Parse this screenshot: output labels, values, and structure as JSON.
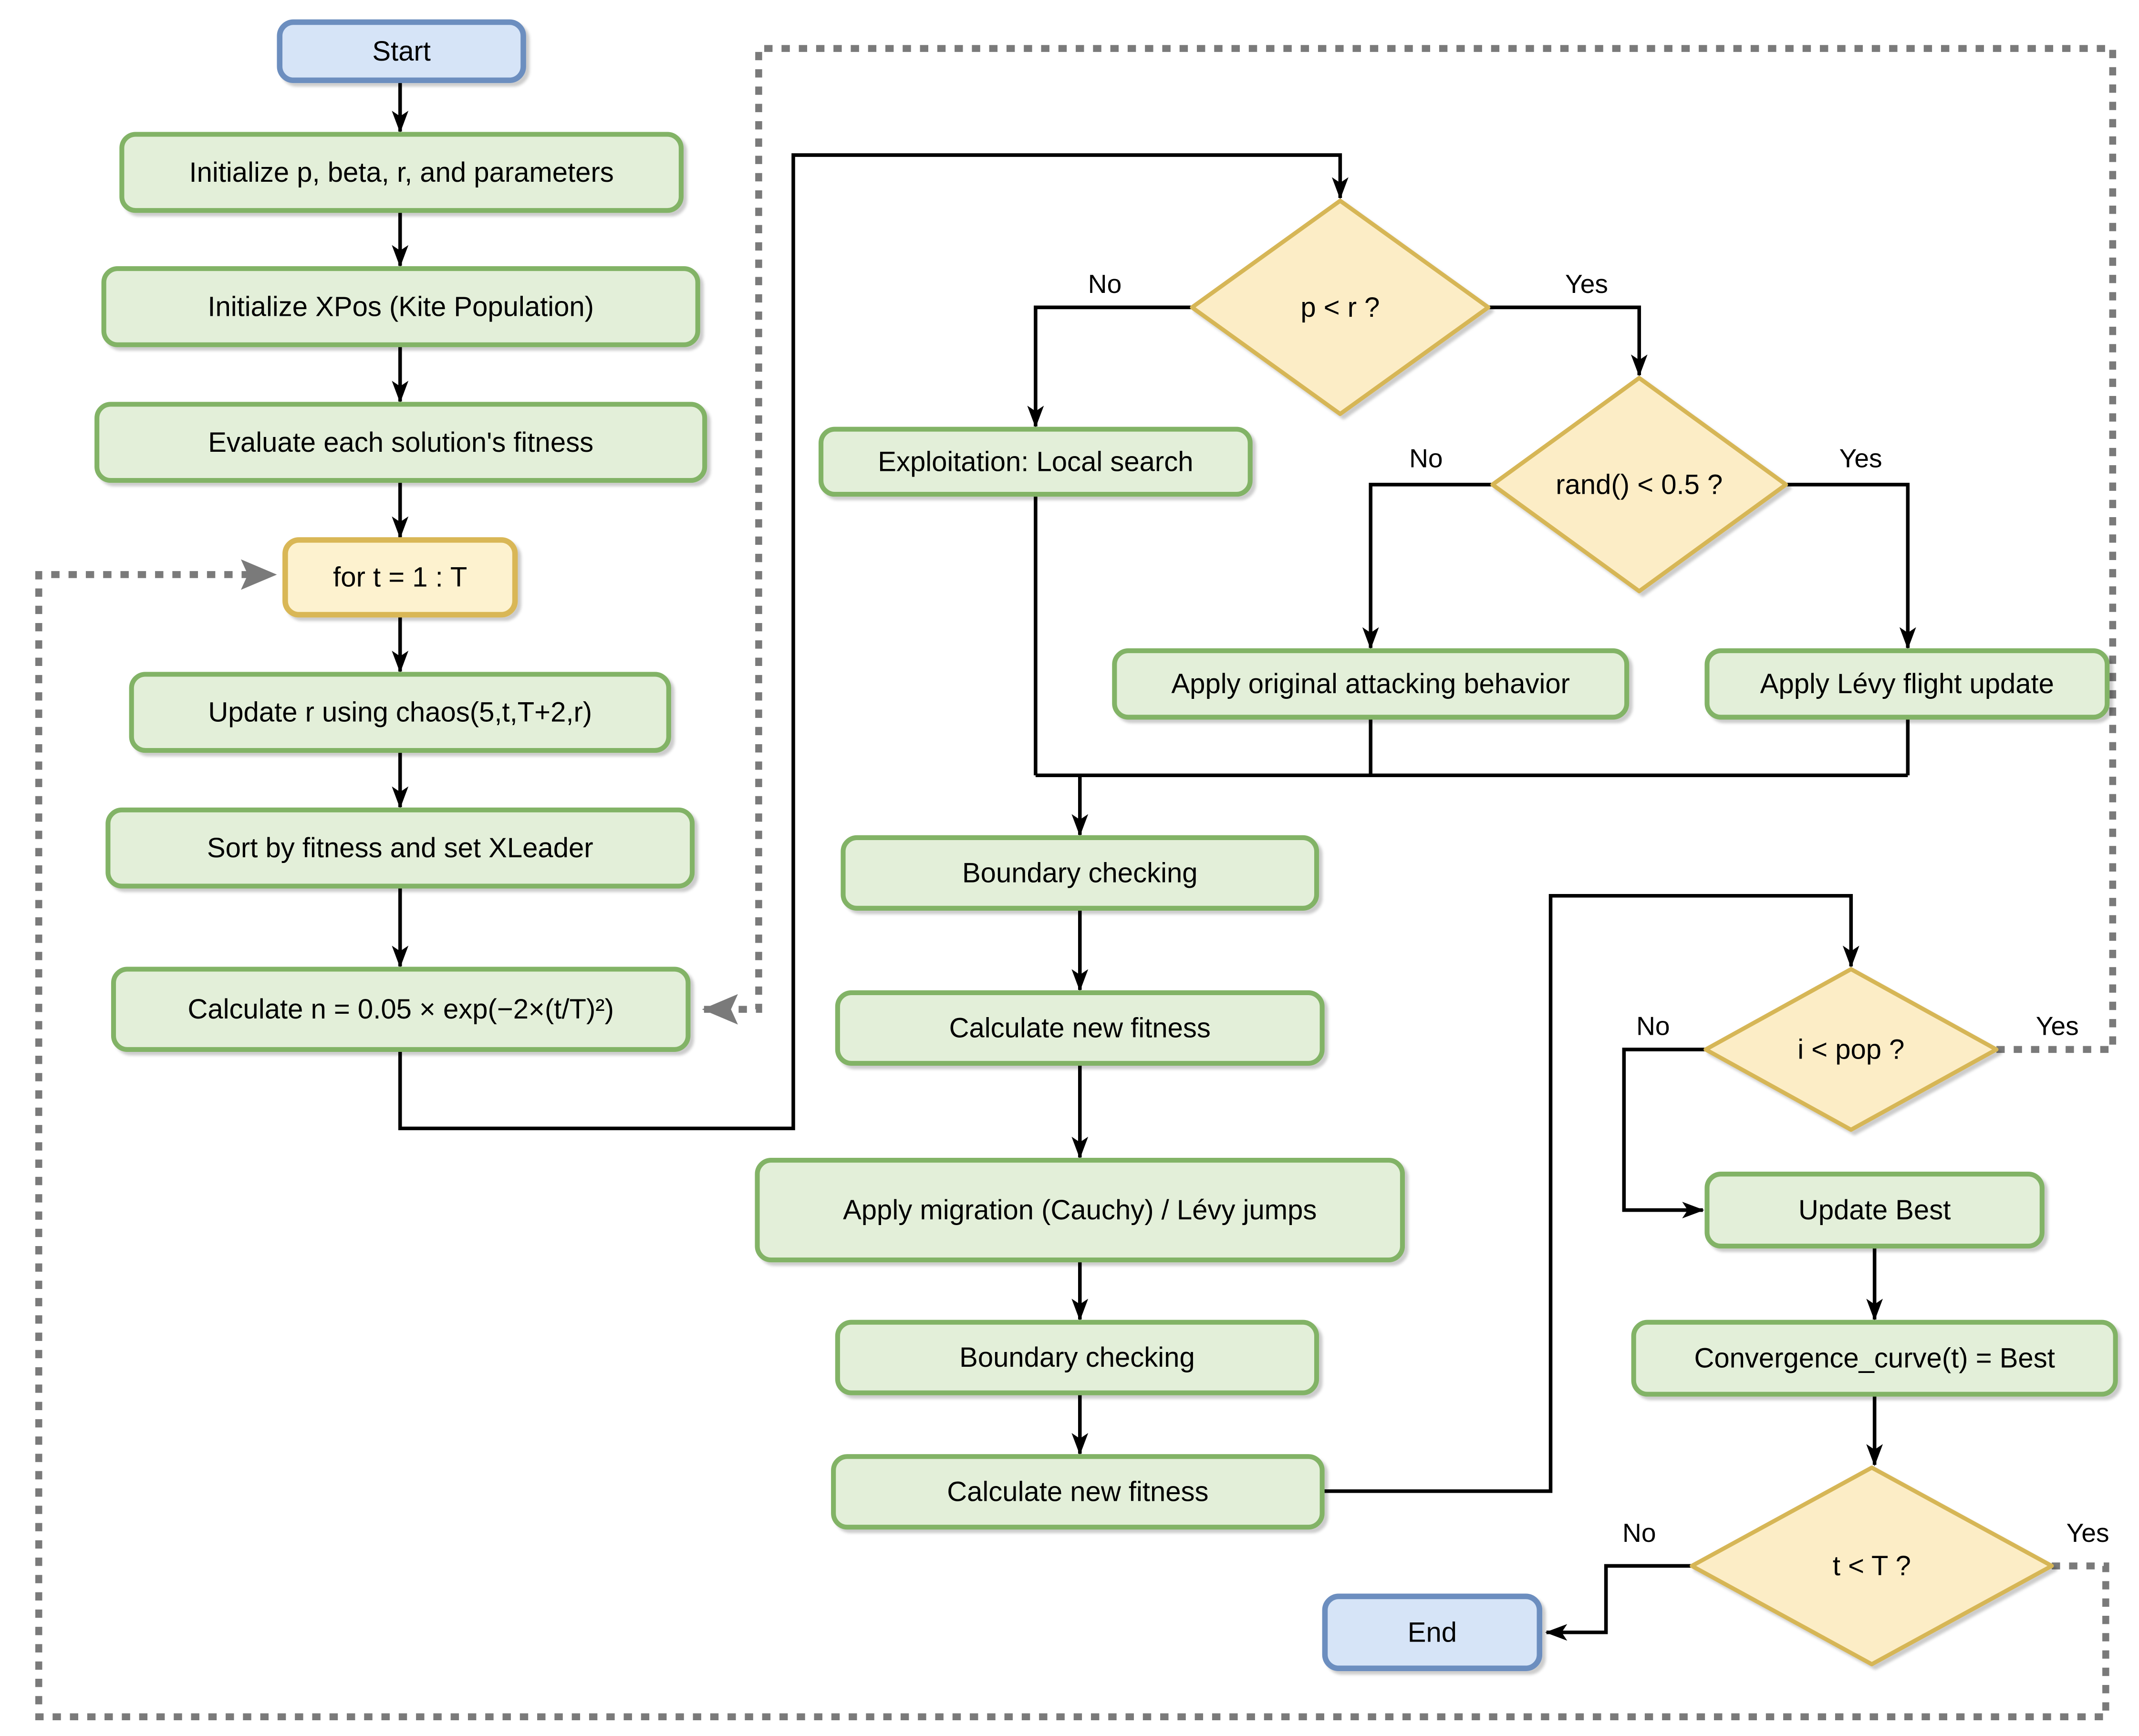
{
  "labels": {
    "yes": "Yes",
    "no": "No"
  },
  "colors": {
    "process_fill": "#e3efd9",
    "process_stroke": "#82b366",
    "decision_fill": "#fcedc6",
    "decision_stroke": "#d6b656",
    "loop_fill": "#fdf2cf",
    "loop_stroke": "#d9b757",
    "terminal_fill": "#d6e4f7",
    "terminal_stroke": "#6c8ebf",
    "connector": "#000000",
    "dotted_connector": "#7a7a7a"
  },
  "nodes": [
    {
      "id": "start",
      "kind": "terminal",
      "label": "Start"
    },
    {
      "id": "init-params",
      "kind": "process",
      "label": "Initialize p, beta, r, and parameters"
    },
    {
      "id": "init-xpos",
      "kind": "process",
      "label": "Initialize XPos (Kite Population)"
    },
    {
      "id": "eval-fitness",
      "kind": "process",
      "label": "Evaluate each solution's fitness"
    },
    {
      "id": "for-loop",
      "kind": "loop",
      "label": "for t = 1 : T"
    },
    {
      "id": "update-r",
      "kind": "process",
      "label": "Update r using chaos(5,t,T+2,r)"
    },
    {
      "id": "sort-fitness",
      "kind": "process",
      "label": "Sort by fitness and set XLeader"
    },
    {
      "id": "calc-n",
      "kind": "process",
      "label": "Calculate n = 0.05 × exp(−2×(t/T)²)"
    },
    {
      "id": "p-lt-r",
      "kind": "decision",
      "label": "p < r ?"
    },
    {
      "id": "exploitation",
      "kind": "process",
      "label": "Exploitation: Local search"
    },
    {
      "id": "rand-half",
      "kind": "decision",
      "label": "rand() < 0.5 ?"
    },
    {
      "id": "attack",
      "kind": "process",
      "label": "Apply original attacking behavior"
    },
    {
      "id": "levy",
      "kind": "process",
      "label": "Apply Lévy flight update"
    },
    {
      "id": "boundary-1",
      "kind": "process",
      "label": "Boundary checking"
    },
    {
      "id": "calc-fit-1",
      "kind": "process",
      "label": "Calculate new fitness"
    },
    {
      "id": "migration",
      "kind": "process",
      "label": "Apply migration (Cauchy) / Lévy jumps"
    },
    {
      "id": "boundary-2",
      "kind": "process",
      "label": "Boundary checking"
    },
    {
      "id": "calc-fit-2",
      "kind": "process",
      "label": "Calculate new fitness"
    },
    {
      "id": "i-lt-pop",
      "kind": "decision",
      "label": "i < pop ?"
    },
    {
      "id": "update-best",
      "kind": "process",
      "label": "Update Best"
    },
    {
      "id": "convergence",
      "kind": "process",
      "label": "Convergence_curve(t) = Best"
    },
    {
      "id": "t-lt-t",
      "kind": "decision",
      "label": "t < T ?"
    },
    {
      "id": "end",
      "kind": "terminal",
      "label": "End"
    }
  ]
}
